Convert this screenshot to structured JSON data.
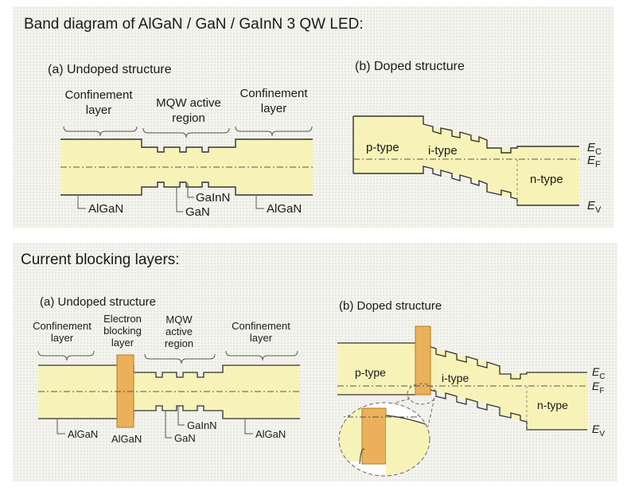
{
  "top": {
    "title": "Band diagram of AlGaN / GaN / GaInN 3 QW LED:",
    "undoped": {
      "heading": "(a) Undoped structure",
      "confinement_left": [
        "Confinement",
        "layer"
      ],
      "mqw": [
        "MQW active",
        "region"
      ],
      "confinement_right": [
        "Confinement",
        "layer"
      ],
      "algan_left": "AlGaN",
      "gan": "GaN",
      "gainn": "GaInN",
      "algan_right": "AlGaN"
    },
    "doped": {
      "heading": "(b) Doped structure",
      "p_type": "p-type",
      "i_type": "i-type",
      "n_type": "n-type",
      "ec": "E",
      "ec_sub": "C",
      "ef": "E",
      "ef_sub": "F",
      "ev": "E",
      "ev_sub": "V"
    }
  },
  "bottom": {
    "title": "Current blocking layers:",
    "undoped": {
      "heading": "(a) Undoped structure",
      "confinement_left": [
        "Confinement",
        "layer"
      ],
      "ebl": [
        "Electron",
        "blocking",
        "layer"
      ],
      "mqw": [
        "MQW",
        "active",
        "region"
      ],
      "confinement_right": [
        "Confinement",
        "layer"
      ],
      "algan_left": "AlGaN",
      "algan_ebl": "AlGaN",
      "gan": "GaN",
      "gainn": "GaInN",
      "algan_right": "AlGaN"
    },
    "doped": {
      "heading": "(b) Doped structure",
      "p_type": "p-type",
      "i_type": "i-type",
      "n_type": "n-type",
      "ec": "E",
      "ec_sub": "C",
      "ef": "E",
      "ef_sub": "F",
      "ev": "E",
      "ev_sub": "V"
    }
  },
  "colors": {
    "band_fill": "#f7f3b8",
    "ebl_fill": "#eab15a",
    "ebl_stroke": "#b57a1e",
    "line": "#333333"
  }
}
